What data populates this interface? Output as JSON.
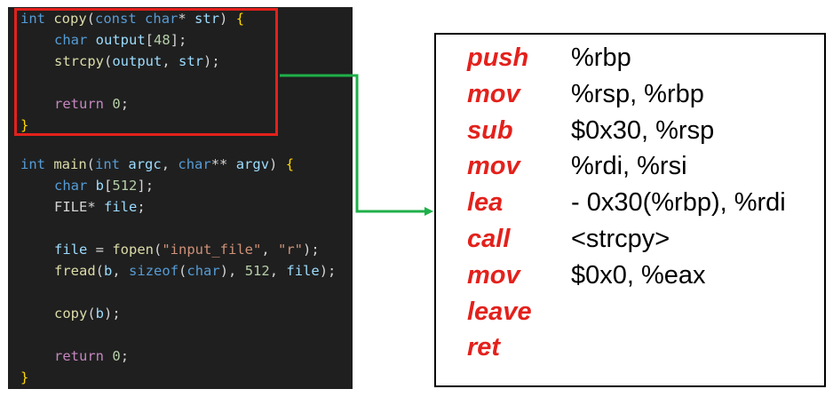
{
  "code": {
    "line1": [
      "int",
      "copy",
      "(",
      "const",
      "char",
      "*",
      "str",
      ") ",
      "{"
    ],
    "line2": [
      "char",
      "output",
      "[",
      "48",
      "];"
    ],
    "line3": [
      "strcpy",
      "(",
      "output",
      ", ",
      "str",
      ");"
    ],
    "line5": [
      "return",
      "0",
      ";"
    ],
    "line6": [
      "}"
    ],
    "line8": [
      "int",
      "main",
      "(",
      "int",
      "argc",
      ", ",
      "char",
      "**",
      "argv",
      ") ",
      "{"
    ],
    "line9": [
      "char",
      "b",
      "[",
      "512",
      "];"
    ],
    "line10": [
      "FILE*",
      "file",
      ";"
    ],
    "line12": [
      "file",
      " = ",
      "fopen",
      "(",
      "\"input_file\"",
      ", ",
      "\"r\"",
      ");"
    ],
    "line13": [
      "fread",
      "(",
      "b",
      ", ",
      "sizeof",
      "(",
      "char",
      "), ",
      "512",
      ", ",
      "file",
      ");"
    ],
    "line15": [
      "copy",
      "(",
      "b",
      ");"
    ],
    "line17": [
      "return",
      "0",
      ";"
    ],
    "line18": [
      "}"
    ]
  },
  "assembly": [
    {
      "op": "push",
      "args": "%rbp"
    },
    {
      "op": "mov",
      "args": "%rsp, %rbp"
    },
    {
      "op": "sub",
      "args": "$0x30, %rsp"
    },
    {
      "op": "mov",
      "args": "%rdi, %rsi"
    },
    {
      "op": "lea",
      "args": "- 0x30(%rbp), %rdi"
    },
    {
      "op": "call",
      "args": "<strcpy>"
    },
    {
      "op": "mov",
      "args": "$0x0, %eax"
    },
    {
      "op": "leave",
      "args": ""
    },
    {
      "op": "ret",
      "args": ""
    }
  ],
  "colors": {
    "highlight": "#e3211c",
    "arrow": "#1fb04a",
    "mnemonic": "#e3211c",
    "code_background": "#1f1f1f"
  }
}
